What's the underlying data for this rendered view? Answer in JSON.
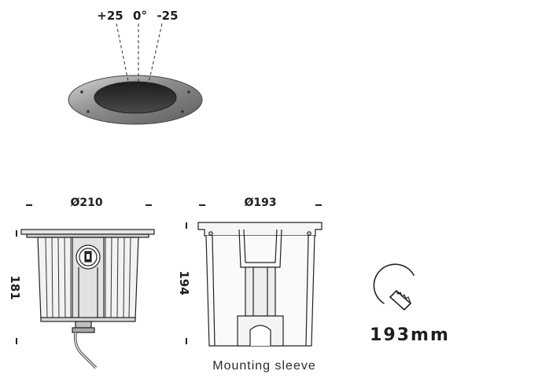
{
  "tilt": {
    "plus": "+25",
    "zero": "0°",
    "minus": "-25"
  },
  "fixture": {
    "width_label": "Ø210",
    "height_label": "181"
  },
  "sleeve": {
    "width_label": "Ø193",
    "height_label": "194",
    "caption": "Mounting sleeve"
  },
  "cutout": {
    "size_label": "193mm"
  }
}
